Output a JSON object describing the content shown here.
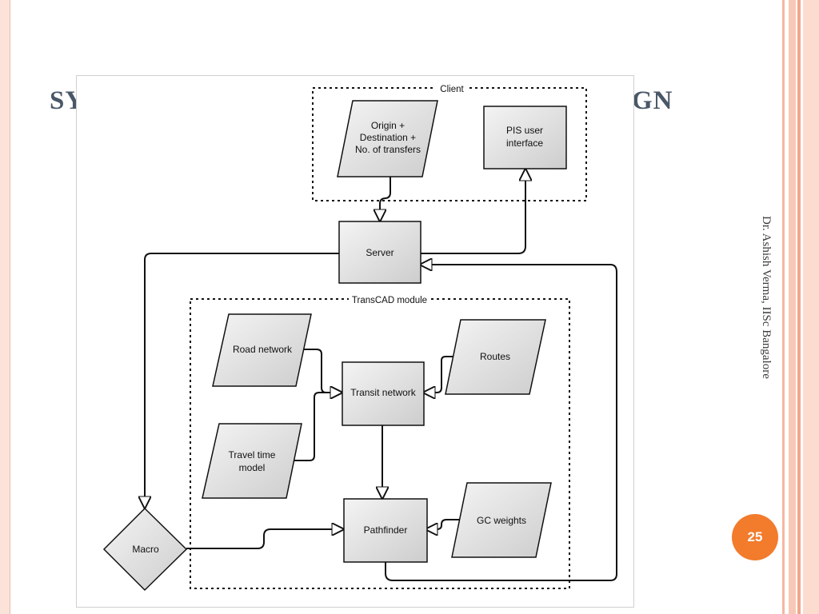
{
  "slide": {
    "title_left": "SY",
    "title_right": "GN",
    "author": "Dr. Ashish Verma, IISc Bangalore",
    "page_number": "25"
  },
  "diagram": {
    "groups": {
      "client": "Client",
      "transcad": "TransCAD module"
    },
    "nodes": {
      "origin_line1": "Origin +",
      "origin_line2": "Destination +",
      "origin_line3": "No. of transfers",
      "pis_line1": "PIS user",
      "pis_line2": "interface",
      "server": "Server",
      "road_network": "Road network",
      "routes": "Routes",
      "transit_network": "Transit network",
      "travel_line1": "Travel time",
      "travel_line2": "model",
      "pathfinder": "Pathfinder",
      "gc_weights": "GC weights",
      "macro": "Macro"
    }
  },
  "colors": {
    "accent_orange": "#f27b2c",
    "stripe_salmon": "#f4a98d",
    "title_gray": "#4a5768",
    "node_fill_light": "#f4f4f4",
    "node_fill_dark": "#cdcdcd"
  }
}
